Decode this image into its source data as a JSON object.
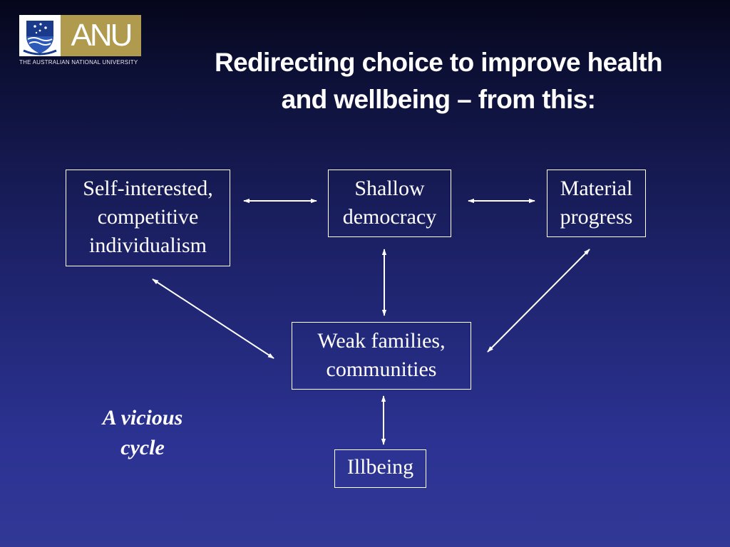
{
  "logo": {
    "mark": "ANU",
    "university_name": "THE AUSTRALIAN NATIONAL UNIVERSITY"
  },
  "title": {
    "line1": "Redirecting choice to improve health",
    "line2": "and wellbeing – from this:"
  },
  "diagram": {
    "nodes": {
      "individualism": {
        "lines": [
          "Self-interested,",
          "competitive",
          "individualism"
        ]
      },
      "democracy": {
        "lines": [
          "Shallow",
          "democracy"
        ]
      },
      "progress": {
        "lines": [
          "Material",
          "progress"
        ]
      },
      "families": {
        "lines": [
          "Weak families,",
          "communities"
        ]
      },
      "illbeing": {
        "lines": [
          "Illbeing"
        ]
      }
    },
    "edges": [
      {
        "from": "individualism",
        "to": "democracy",
        "style": "bidirectional"
      },
      {
        "from": "democracy",
        "to": "progress",
        "style": "bidirectional"
      },
      {
        "from": "individualism",
        "to": "families",
        "style": "bidirectional"
      },
      {
        "from": "democracy",
        "to": "families",
        "style": "bidirectional"
      },
      {
        "from": "progress",
        "to": "families",
        "style": "bidirectional"
      },
      {
        "from": "families",
        "to": "illbeing",
        "style": "bidirectional"
      }
    ]
  },
  "caption": {
    "line1": "A vicious",
    "line2": "cycle"
  },
  "colors": {
    "background_top": "#05061a",
    "background_bottom": "#313896",
    "logo_gold": "#b09a4e",
    "foreground": "#ffffff"
  }
}
